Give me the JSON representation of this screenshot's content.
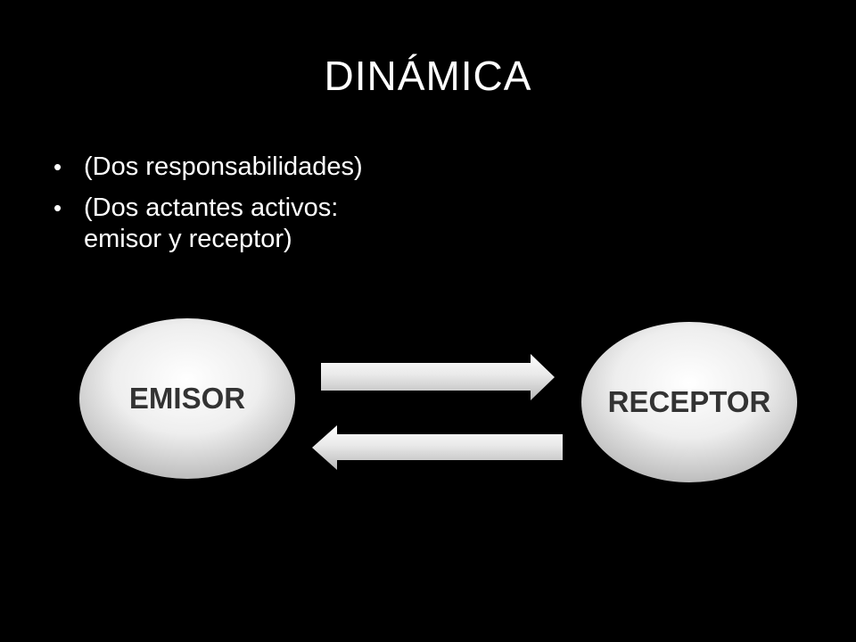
{
  "slide": {
    "title": "DINÁMICA",
    "bullets": [
      {
        "symbol": "•",
        "lines": [
          "(Dos responsabilidades)"
        ]
      },
      {
        "symbol": "•",
        "lines": [
          "(Dos actantes activos:",
          "emisor y receptor)"
        ]
      }
    ]
  },
  "diagram": {
    "nodes": {
      "emisor": {
        "label": "EMISOR"
      },
      "receptor": {
        "label": "RECEPTOR"
      }
    },
    "arrows": {
      "forward": {
        "direction": "right",
        "from": "EMISOR",
        "to": "RECEPTOR"
      },
      "backward": {
        "direction": "left",
        "from": "RECEPTOR",
        "to": "EMISOR"
      }
    },
    "colors": {
      "background": "#000000",
      "shape_light": "#ffffff",
      "shape_dark": "#bdbdbd",
      "label": "#333333",
      "text": "#ffffff"
    }
  }
}
